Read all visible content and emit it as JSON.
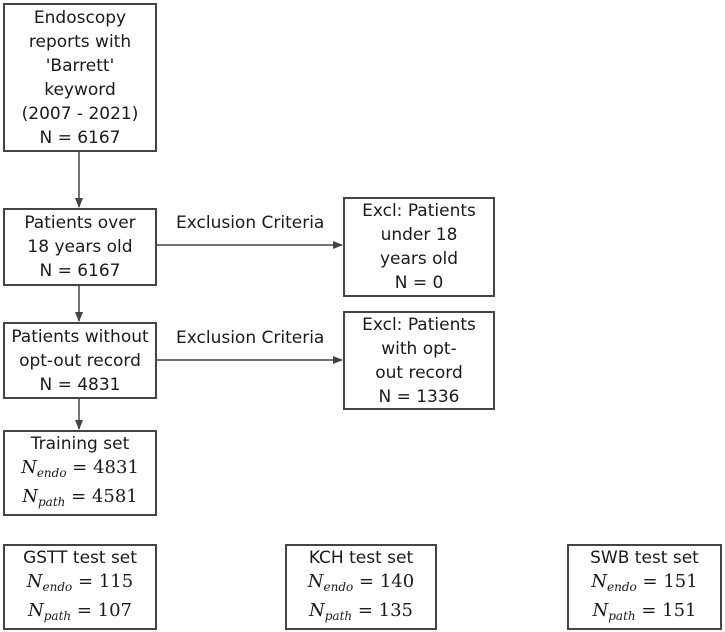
{
  "nodes": {
    "source": {
      "lines": [
        "Endoscopy",
        "reports with",
        "'Barrett'",
        "keyword",
        "(2007 - 2021)",
        "N = 6167"
      ]
    },
    "adults": {
      "lines": [
        "Patients over",
        "18 years old",
        "N = 6167"
      ]
    },
    "excl_under18": {
      "lines": [
        "Excl: Patients",
        "under 18",
        "years old",
        "N = 0"
      ]
    },
    "no_optout": {
      "lines": [
        "Patients without",
        "opt-out record",
        "N = 4831"
      ]
    },
    "excl_optout": {
      "lines": [
        "Excl: Patients",
        "with opt-",
        "out record",
        "N = 1336"
      ]
    },
    "training": {
      "title": "Training set",
      "n_endo": "4831",
      "n_path": "4581"
    },
    "gstt": {
      "title": "GSTT test set",
      "n_endo": "115",
      "n_path": "107"
    },
    "kch": {
      "title": "KCH test set",
      "n_endo": "140",
      "n_path": "135"
    },
    "swb": {
      "title": "SWB test set",
      "n_endo": "151",
      "n_path": "151"
    }
  },
  "edge_labels": {
    "exclusion_1": "Exclusion Criteria",
    "exclusion_2": "Exclusion Criteria"
  },
  "math": {
    "symbol": "N",
    "sub_endo": "endo",
    "sub_path": "path",
    "equals": " = "
  },
  "colors": {
    "border": "#444444",
    "arrow": "#444444",
    "text": "#1a1a1a"
  }
}
